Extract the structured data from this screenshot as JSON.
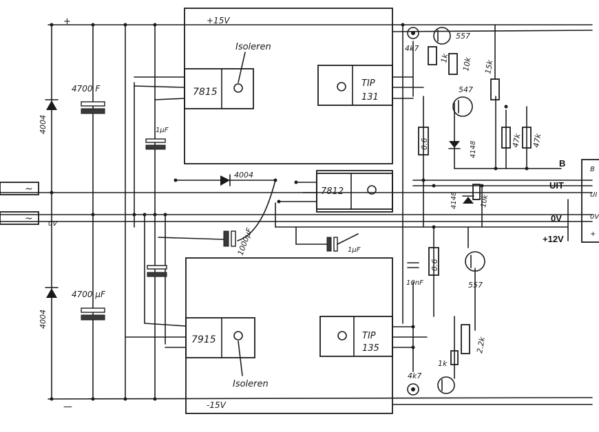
{
  "labels": {
    "plus15v": "+15V",
    "minus15v": "-15V",
    "isoleren_top": "Isoleren",
    "isoleren_bottom": "Isoleren",
    "reg_pos": "7815",
    "reg_neg": "7915",
    "reg_12": "7812",
    "tip_top_1": "TIP",
    "tip_top_2": "131",
    "tip_bot_1": "TIP",
    "tip_bot_2": "135",
    "diode_top": "4004",
    "diode_bottom": "4004",
    "diode_mid": "4004",
    "cap_top": "4700 F",
    "cap_bottom": "4700 µF",
    "cap_1uf_top": "1µF",
    "cap_1000": "1000µF",
    "cap_1uf_mid": "1µF",
    "cap_10nf": "10nF",
    "r_4k7_top": "4k7",
    "r_4k7_bot": "4k7",
    "r_1k_top": "1k",
    "r_10k_top": "10k",
    "r_15k": "15k",
    "r_47k_a": "47k",
    "r_47k_b": "47k",
    "r_06_top": "0.6",
    "r_06_bot": "0.6",
    "r_10k_mid": "10k",
    "r_22k": "2.2k",
    "r_1k_bot": "1k",
    "d_4148_a": "4148",
    "d_4148_b": "4148",
    "t_557_top": "557",
    "t_547": "547",
    "t_557_bot": "557",
    "ac_1": "~",
    "ac_2": "~",
    "zero_left": "0V",
    "plus_sign": "+",
    "minus_sign": "—",
    "out_b": "B",
    "out_uit": "UIT",
    "out_0v": "0V",
    "out_12v": "+12V",
    "edge_b": "B",
    "edge_uit": "UI",
    "edge_0v": "0V",
    "edge_plus": "+"
  }
}
